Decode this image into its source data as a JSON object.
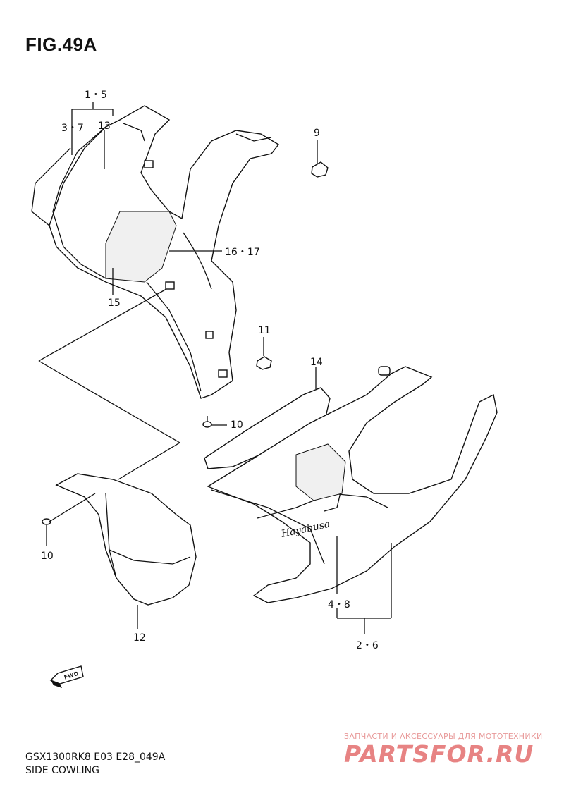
{
  "figure": {
    "title": "FIG.49A"
  },
  "callouts": {
    "c1": "1・5",
    "c2": "3・7",
    "c3": "13",
    "c4": "9",
    "c5": "16・17",
    "c6": "15",
    "c7": "11",
    "c8": "14",
    "c9": "10",
    "c10": "10",
    "c11": "12",
    "c12": "4・8",
    "c13": "2・6"
  },
  "fwd_label": "FWD",
  "footer": {
    "model_code": "GSX1300RK8 E03 E28_049A",
    "section_name": "SIDE COWLING"
  },
  "watermark": {
    "subtitle": "ЗАПЧАСТИ И АКСЕССУАРЫ ДЛЯ МОТОТЕХНИКИ",
    "brand": "PARTSFOR.RU"
  },
  "colors": {
    "line": "#111111",
    "watermark": "#e05a5a"
  }
}
